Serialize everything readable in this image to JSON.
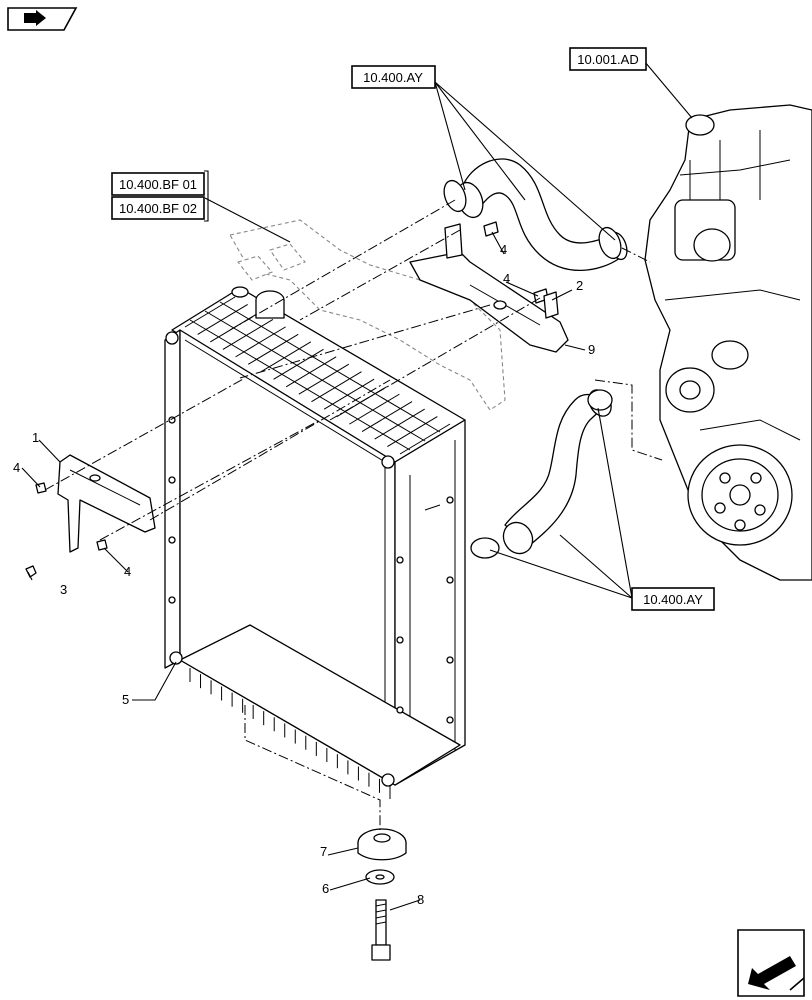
{
  "references": {
    "engine": "10.001.AD",
    "hoses_top": "10.400.AY",
    "hoses_bottom": "10.400.AY",
    "bracket_1": "10.400.BF 01",
    "bracket_2": "10.400.BF 02"
  },
  "callouts": {
    "item_1": "1",
    "item_2": "2",
    "item_3": "3",
    "item_4a": "4",
    "item_4b": "4",
    "item_4c": "4",
    "item_4d": "4",
    "item_5": "5",
    "item_6": "6",
    "item_7": "7",
    "item_8": "8",
    "item_9": "9"
  },
  "icons": {
    "top_left": "book-arrow-icon",
    "bottom_right": "page-arrow-icon"
  }
}
